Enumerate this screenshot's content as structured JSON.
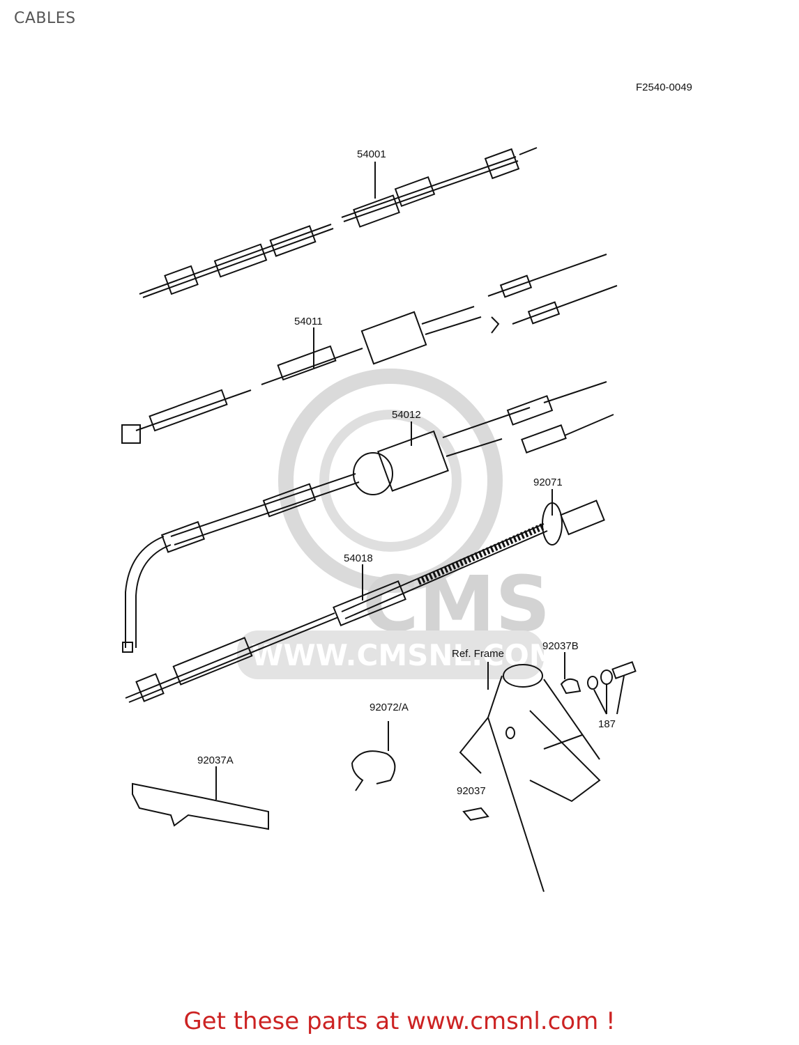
{
  "page": {
    "title": "CABLES",
    "figure_code": "F2540-0049"
  },
  "watermark": {
    "brand": "CMS",
    "url": "WWW.CMSNL.COM"
  },
  "callouts": {
    "c54001": "54001",
    "c54011": "54011",
    "c54012": "54012",
    "c92071": "92071",
    "c54018": "54018",
    "c92037B": "92037B",
    "cRefFrame": "Ref. Frame",
    "c92072A": "92072/A",
    "c187": "187",
    "c92037A": "92037A",
    "c92037": "92037"
  },
  "footer": {
    "text": "Get these parts at www.cmsnl.com !"
  },
  "colors": {
    "footer": "#cc2222",
    "watermark": "#cfcfcf",
    "line": "#111111"
  }
}
